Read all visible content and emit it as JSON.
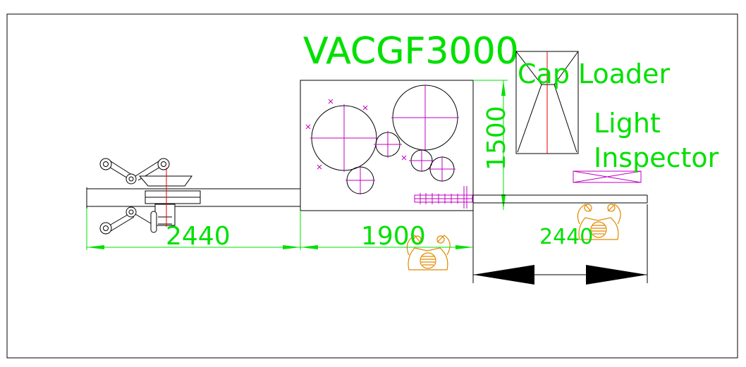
{
  "title": "VACGF3000",
  "labels": {
    "cap_loader": "Cap Loader",
    "light": "Light",
    "inspector": "Inspector"
  },
  "dimensions": {
    "left_length": "2440",
    "machine_length": "1900",
    "machine_height": "1500",
    "right_length": "2440"
  },
  "colors": {
    "frame": "#000000",
    "dimension_text": "#00e000",
    "machine_parts": "#c000c0",
    "centerline": "#e00000",
    "operator": "#e08a00"
  }
}
